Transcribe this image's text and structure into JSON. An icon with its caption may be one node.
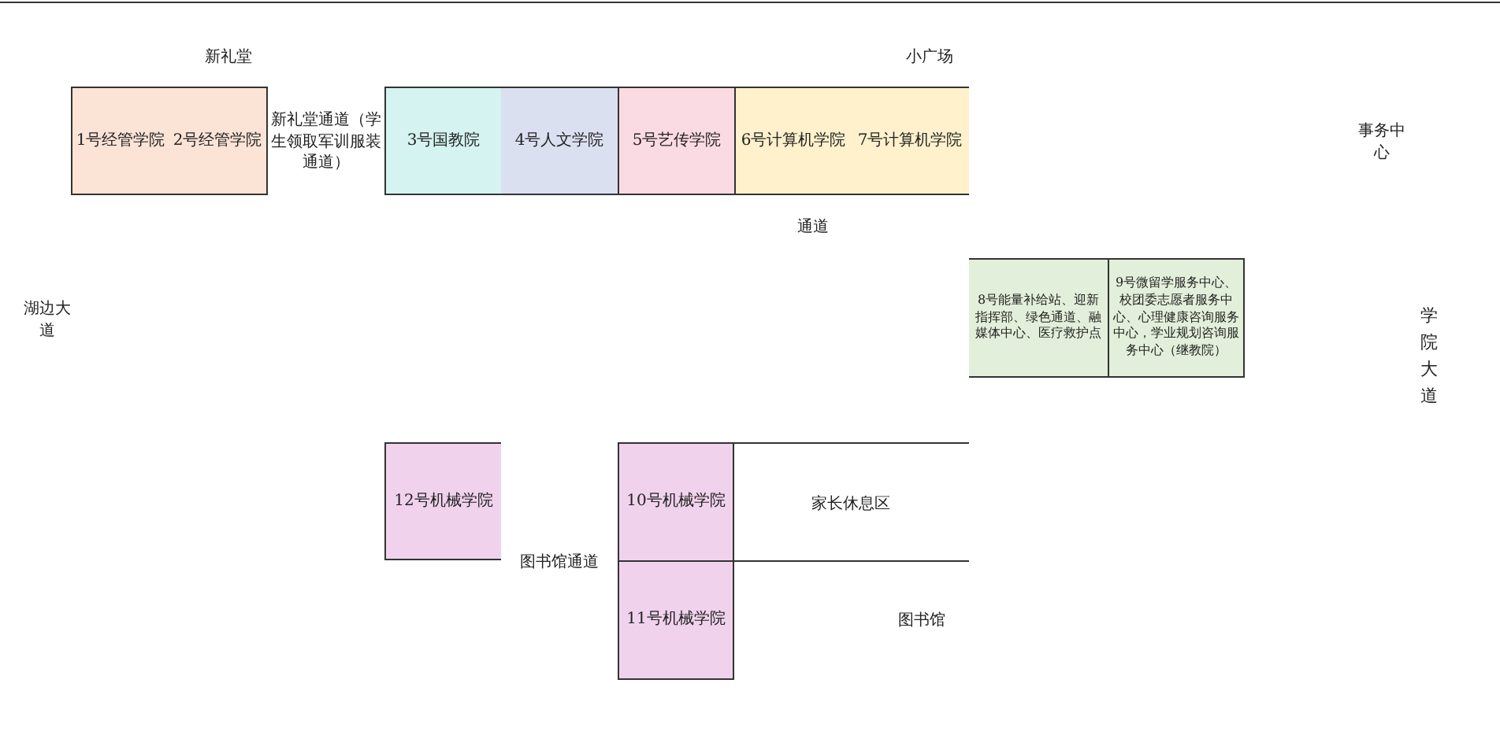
{
  "diagram": {
    "nodes": [
      {
        "text": [
          "1号经管学院"
        ]
      },
      {
        "text": [
          "2号经管学院"
        ]
      },
      {
        "text": [
          "3号国教院"
        ]
      },
      {
        "text": [
          "4号人文学院"
        ]
      },
      {
        "text": [
          "5号艺传学院"
        ]
      },
      {
        "text": [
          "6号计算机学院"
        ]
      },
      {
        "text": [
          "7号计算机学院"
        ]
      },
      {
        "text": [
          "8号能量补给站、迎新指挥部、绿色通道、融媒体中心、医疗救护点"
        ]
      },
      {
        "text": [
          "9号微留学服务中心、校团委志愿者服务中心、心理健康咨询服务中心，学业规划咨询服务中心（继教院）"
        ]
      },
      {
        "text": [
          "12号机械学院"
        ]
      },
      {
        "text": [
          "10号机械学院"
        ]
      },
      {
        "text": [
          "11号机械学院"
        ]
      }
    ],
    "labels": [
      "新礼堂",
      "小广场",
      "新礼堂通道（学生领取军训服装通道）",
      "事务中心",
      "通道",
      "湖边大道",
      "学院大道",
      "家长休息区",
      "图书馆通道",
      "图书馆"
    ]
  }
}
